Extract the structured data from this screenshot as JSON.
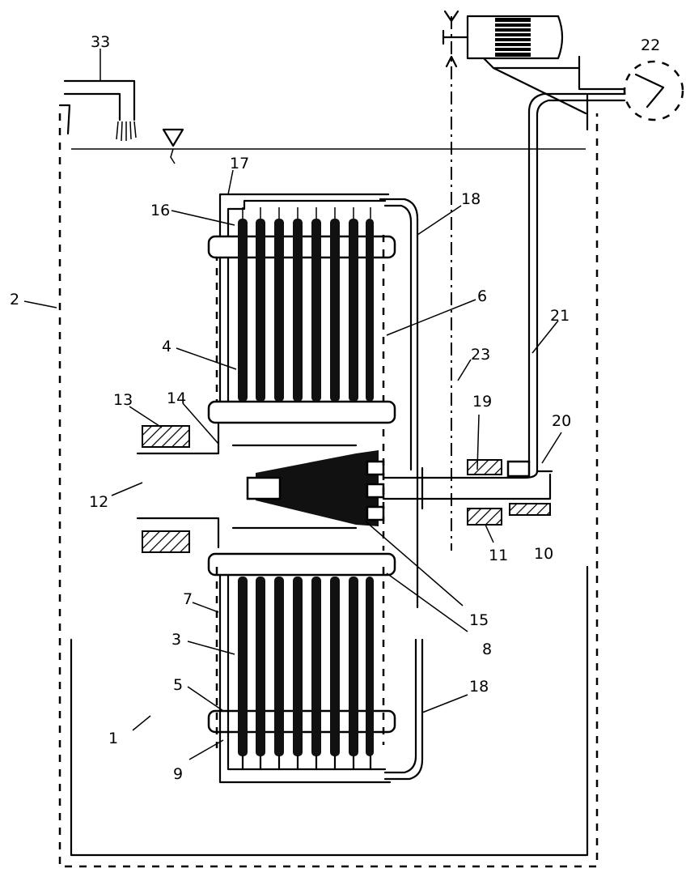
{
  "labels": {
    "l33": "33",
    "l22": "22",
    "l17": "17",
    "l18_top": "18",
    "l16": "16",
    "l2": "2",
    "l6": "6",
    "l21": "21",
    "l4": "4",
    "l23": "23",
    "l19": "19",
    "l13": "13",
    "l14": "14",
    "l20": "20",
    "l12": "12",
    "l10": "10",
    "l11": "11",
    "l15": "15",
    "l8": "8",
    "l7": "7",
    "l3": "3",
    "l18_bottom": "18",
    "l5": "5",
    "l1": "1",
    "l9": "9"
  }
}
